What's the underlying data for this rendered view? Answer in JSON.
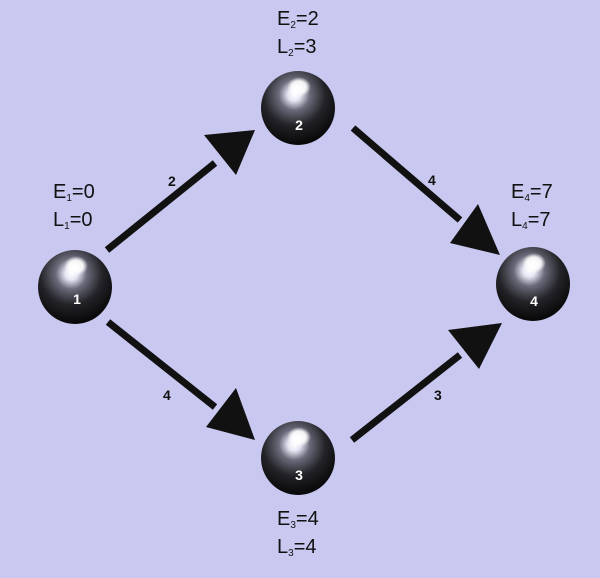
{
  "colors": {
    "background": "#c8c8f0",
    "node": "#1a1a1a",
    "arrow": "#111111",
    "text": "#111111"
  },
  "nodes": [
    {
      "id": "1",
      "label": "1",
      "E": {
        "name": "E",
        "sub": "1",
        "value": "=0"
      },
      "L": {
        "name": "L",
        "sub": "1",
        "value": "=0"
      }
    },
    {
      "id": "2",
      "label": "2",
      "E": {
        "name": "E",
        "sub": "2",
        "value": "=2"
      },
      "L": {
        "name": "L",
        "sub": "2",
        "value": "=3"
      }
    },
    {
      "id": "3",
      "label": "3",
      "E": {
        "name": "E",
        "sub": "3",
        "value": "=4"
      },
      "L": {
        "name": "L",
        "sub": "3",
        "value": "=4"
      }
    },
    {
      "id": "4",
      "label": "4",
      "E": {
        "name": "E",
        "sub": "4",
        "value": "=7"
      },
      "L": {
        "name": "L",
        "sub": "4",
        "value": "=7"
      }
    }
  ],
  "edges": [
    {
      "from": "1",
      "to": "2",
      "weight": "2"
    },
    {
      "from": "2",
      "to": "4",
      "weight": "4"
    },
    {
      "from": "1",
      "to": "3",
      "weight": "4"
    },
    {
      "from": "3",
      "to": "4",
      "weight": "3"
    }
  ]
}
